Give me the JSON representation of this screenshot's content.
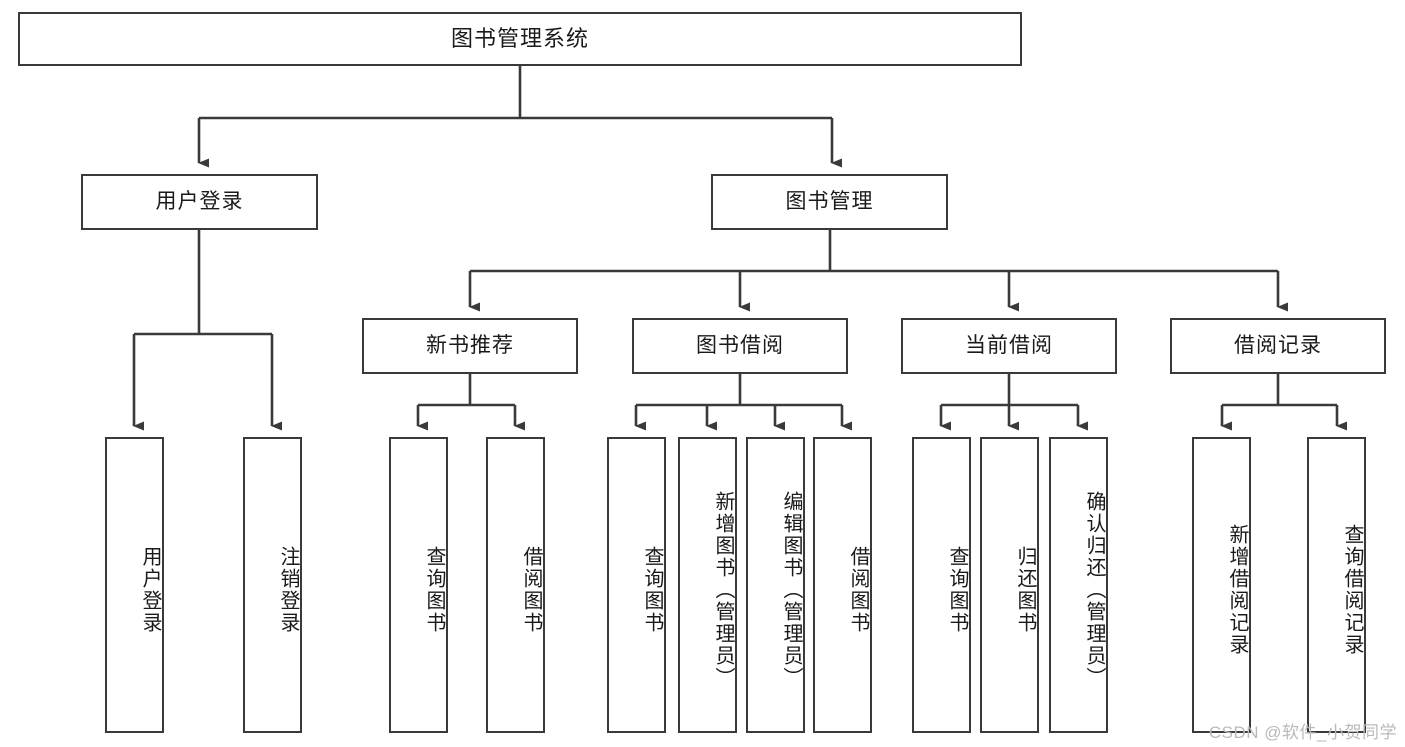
{
  "diagram": {
    "type": "tree",
    "title": "图书管理系统",
    "watermark": "CSDN @软件_小贺同学",
    "colors": {
      "node_border": "#3a3a3a",
      "node_fill": "#ffffff",
      "edge": "#3a3a3a",
      "text": "#1a1a1a",
      "watermark": "#b9b9b9"
    },
    "nodes": {
      "root": {
        "label": "图书管理系统",
        "level": 1,
        "orientation": "horizontal"
      },
      "l2": [
        {
          "id": "user_login",
          "label": "用户登录",
          "level": 2,
          "orientation": "horizontal"
        },
        {
          "id": "book_manage",
          "label": "图书管理",
          "level": 2,
          "orientation": "horizontal"
        }
      ],
      "l3": [
        {
          "id": "new_book_rec",
          "label": "新书推荐",
          "level": 3,
          "orientation": "horizontal",
          "parent": "book_manage"
        },
        {
          "id": "book_borrow",
          "label": "图书借阅",
          "level": 3,
          "orientation": "horizontal",
          "parent": "book_manage"
        },
        {
          "id": "current_borrow",
          "label": "当前借阅",
          "level": 3,
          "orientation": "horizontal",
          "parent": "book_manage"
        },
        {
          "id": "borrow_record",
          "label": "借阅记录",
          "level": 3,
          "orientation": "horizontal",
          "parent": "book_manage"
        }
      ],
      "leaves": [
        {
          "id": "leaf_user_login",
          "label": "用户登录",
          "parent": "user_login",
          "orientation": "vertical"
        },
        {
          "id": "leaf_user_logout",
          "label": "注销登录",
          "parent": "user_login",
          "orientation": "vertical"
        },
        {
          "id": "leaf_query_book_1",
          "label": "查询图书",
          "parent": "new_book_rec",
          "orientation": "vertical"
        },
        {
          "id": "leaf_borrow_book_1",
          "label": "借阅图书",
          "parent": "new_book_rec",
          "orientation": "vertical"
        },
        {
          "id": "leaf_query_book_2",
          "label": "查询图书",
          "parent": "book_borrow",
          "orientation": "vertical"
        },
        {
          "id": "leaf_add_book",
          "label": "新增图书（管理员）",
          "parent": "book_borrow",
          "orientation": "vertical"
        },
        {
          "id": "leaf_edit_book",
          "label": "编辑图书（管理员）",
          "parent": "book_borrow",
          "orientation": "vertical"
        },
        {
          "id": "leaf_borrow_book_2",
          "label": "借阅图书",
          "parent": "book_borrow",
          "orientation": "vertical"
        },
        {
          "id": "leaf_query_book_3",
          "label": "查询图书",
          "parent": "current_borrow",
          "orientation": "vertical"
        },
        {
          "id": "leaf_return_book",
          "label": "归还图书",
          "parent": "current_borrow",
          "orientation": "vertical"
        },
        {
          "id": "leaf_confirm_return",
          "label": "确认归还（管理员）",
          "parent": "current_borrow",
          "orientation": "vertical"
        },
        {
          "id": "leaf_add_record",
          "label": "新增借阅记录",
          "parent": "borrow_record",
          "orientation": "vertical"
        },
        {
          "id": "leaf_query_record",
          "label": "查询借阅记录",
          "parent": "borrow_record",
          "orientation": "vertical"
        }
      ]
    }
  }
}
